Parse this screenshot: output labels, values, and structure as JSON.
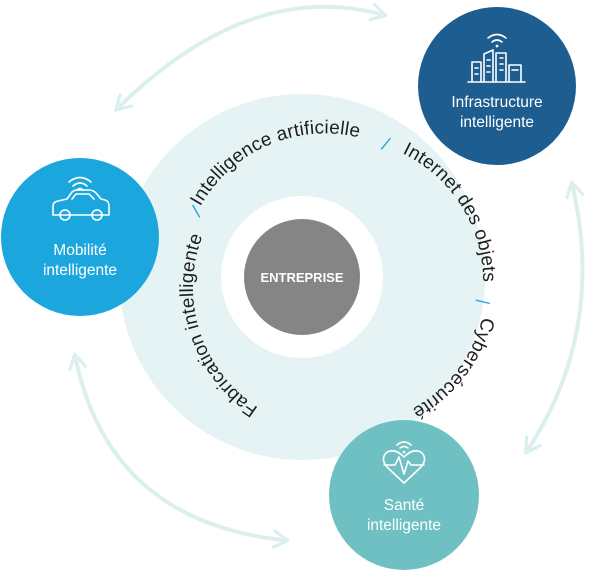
{
  "center": {
    "label": "ENTREPRISE"
  },
  "ring": {
    "segments": [
      "Fabrication intelligente",
      "Intelligence artificielle",
      "Internet des objets",
      "Cybersécurité"
    ],
    "separator": "/"
  },
  "nodes": [
    {
      "id": "mobility",
      "line1": "Mobilité",
      "line2": "intelligente",
      "icon": "car-wifi-icon",
      "color": "#1ba7dd"
    },
    {
      "id": "infrastructure",
      "line1": "Infrastructure",
      "line2": "intelligente",
      "icon": "city-buildings-wifi-icon",
      "color": "#1d5d8f"
    },
    {
      "id": "health",
      "line1": "Santé",
      "line2": "intelligente",
      "icon": "heart-heartbeat-wifi-icon",
      "color": "#6fc0c2"
    }
  ],
  "colors": {
    "outer_ring": "#e5f3f4",
    "inner_white_ring": "#ffffff",
    "core": "#858585",
    "separator": "#2aa8dc",
    "arrows": "#dcefef"
  }
}
